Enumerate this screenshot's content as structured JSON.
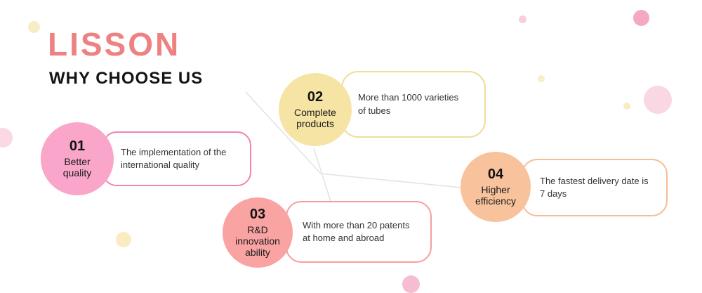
{
  "brand": {
    "logo_text": "LISSON",
    "logo_color": "#ee8181",
    "heading": "WHY CHOOSE US"
  },
  "items": [
    {
      "number": "01",
      "label": "Better quality",
      "description": "The implementation of the international quality",
      "circle_color": "#f9a6ca",
      "border_color": "#f183b4"
    },
    {
      "number": "02",
      "label": "Complete products",
      "description": "More than 1000 varieties of tubes",
      "circle_color": "#f6e4a4",
      "border_color": "#f0dd9b"
    },
    {
      "number": "03",
      "label": "R&D innovation ability",
      "description": "With more than 20 patents at home and abroad",
      "circle_color": "#f9a3a3",
      "border_color": "#f59e9e"
    },
    {
      "number": "04",
      "label": "Higher efficiency",
      "description": "The fastest delivery date is 7 days",
      "circle_color": "#f8c29c",
      "border_color": "#f5bd94"
    }
  ],
  "connector_color": "#e2e2e2"
}
